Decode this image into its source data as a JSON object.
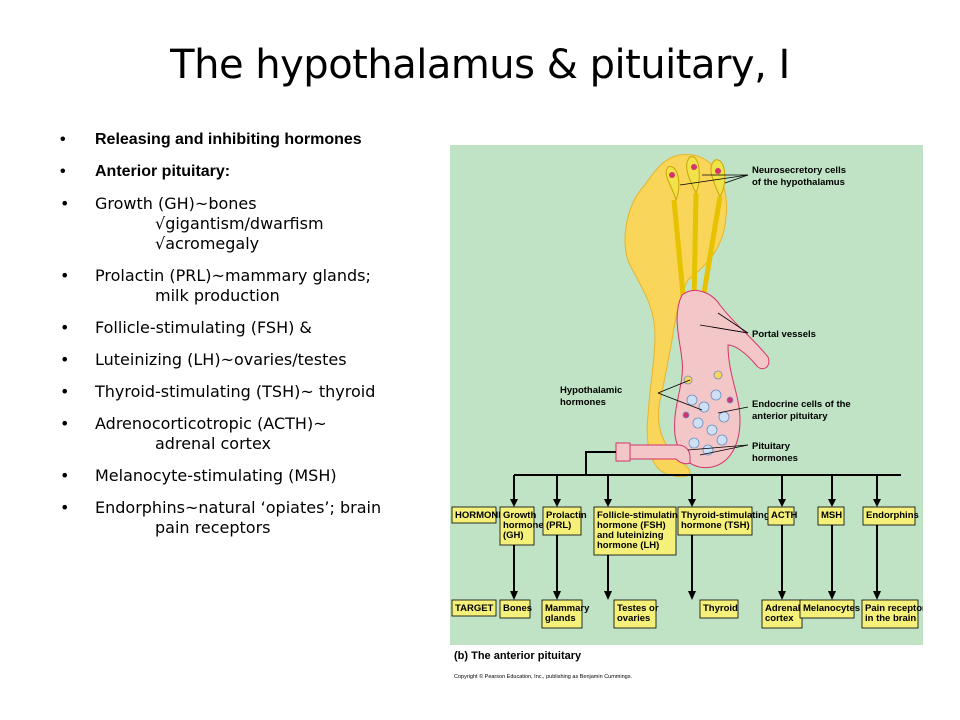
{
  "title": "The hypothalamus & pituitary, I",
  "bullets": [
    {
      "text": "Releasing and inhibiting hormones",
      "bold": true
    },
    {
      "text": "Anterior pituitary:",
      "bold": true
    },
    {
      "text": "Growth (GH)~bones",
      "sub": [
        "√gigantism/dwarfism",
        "√acromegaly"
      ]
    },
    {
      "text": "Prolactin (PRL)~mammary glands;",
      "sub": [
        "milk production"
      ]
    },
    {
      "text": "Follicle-stimulating (FSH) &"
    },
    {
      "text": "Luteinizing (LH)~ovaries/testes"
    },
    {
      "text": "Thyroid-stimulating (TSH)~ thyroid"
    },
    {
      "text": "Adrenocorticotropic (ACTH)~",
      "sub": [
        "adrenal cortex"
      ]
    },
    {
      "text": "Melanocyte-stimulating (MSH)"
    },
    {
      "text": "Endorphins~natural ‘opiates’; brain",
      "sub": [
        "pain receptors"
      ]
    }
  ],
  "figure": {
    "labels": {
      "neurosecretory": [
        "Neurosecretory cells",
        "of the hypothalamus"
      ],
      "portal": "Portal vessels",
      "hypothalamic": [
        "Hypothalamic",
        "hormones"
      ],
      "endocrine": [
        "Endocrine cells of the",
        "anterior pituitary"
      ],
      "pituitary": [
        "Pituitary",
        "hormones"
      ]
    },
    "hormone_header": "HORMONE",
    "target_header": "TARGET",
    "hormones": [
      [
        "Growth",
        "hormone",
        "(GH)"
      ],
      [
        "Prolactin",
        "(PRL)"
      ],
      [
        "Follicle-stimulating",
        "hormone (FSH)",
        "and luteinizing",
        "hormone (LH)"
      ],
      [
        "Thyroid-stimulating",
        "hormone (TSH)"
      ],
      [
        "ACTH"
      ],
      [
        "MSH"
      ],
      [
        "Endorphins"
      ]
    ],
    "targets": [
      [
        "Bones"
      ],
      [
        "Mammary",
        "glands"
      ],
      [
        "Testes or",
        "ovaries"
      ],
      [
        "Thyroid"
      ],
      [
        "Adrenal",
        "cortex"
      ],
      [
        "Melanocytes"
      ],
      [
        "Pain receptors",
        "in the brain"
      ]
    ],
    "caption": "(b) The anterior pituitary",
    "copyright": "Copyright © Pearson Education, Inc., publishing as Benjamin Cummings.",
    "colors": {
      "background": "#bfe3c4",
      "tissue": "#f9d55a",
      "vessel": "#f3c6c8",
      "box": "#f4f07a"
    }
  }
}
